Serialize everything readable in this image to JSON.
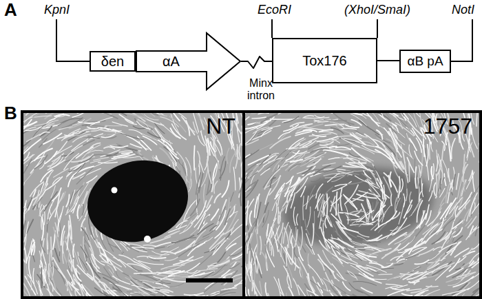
{
  "diagram": {
    "nodes": [
      {
        "text": [
          "δen"
        ]
      },
      {
        "text": [
          "αA"
        ]
      },
      {
        "text": [
          "Tox176"
        ]
      },
      {
        "text": [
          "αB pA"
        ]
      },
      {
        "text": [
          "NT"
        ]
      },
      {
        "text": [
          "1757"
        ]
      }
    ],
    "edges": [
      {
        "from": 1,
        "to": 2,
        "arrow": "none"
      },
      {
        "from": 2,
        "to": 3,
        "arrow": "none"
      }
    ],
    "labels": [
      "A",
      "KpnI",
      "EcoRI",
      "(XhoI/SmaI)",
      "NotI",
      "Minx intron",
      "B"
    ]
  }
}
